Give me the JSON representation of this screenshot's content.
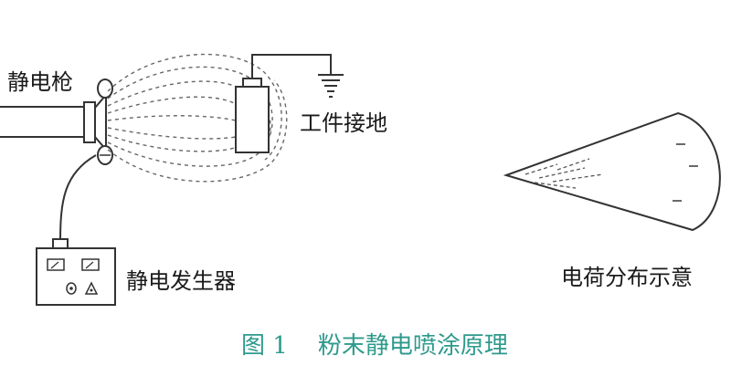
{
  "labels": {
    "electrostatic_gun": "静电枪",
    "workpiece_ground": "工件接地",
    "generator": "静电发生器",
    "charge_distribution": "电荷分布示意"
  },
  "caption": "图 1    粉末静电喷涂原理",
  "colors": {
    "line": "#333333",
    "dashed": "#666666",
    "caption": "#2e9a8c",
    "background": "#ffffff"
  },
  "icons": [
    "ground-symbol-icon",
    "meter-icon",
    "knob-icon",
    "warning-icon"
  ]
}
